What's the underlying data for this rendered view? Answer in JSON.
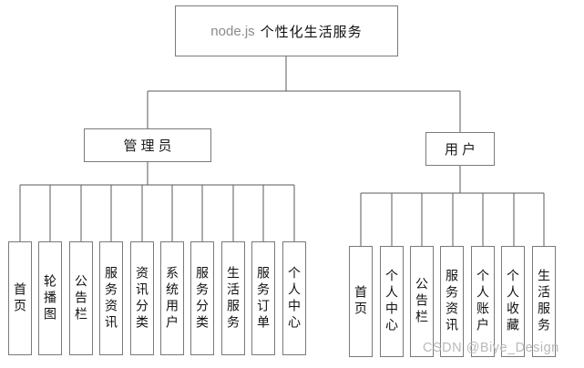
{
  "diagram": {
    "root": {
      "label_en": "node.js",
      "label_zh": "个性化生活服务"
    },
    "admin": {
      "label": "管理员",
      "children": [
        "首页",
        "轮播图",
        "公告栏",
        "服务资讯",
        "资讯分类",
        "系统用户",
        "服务分类",
        "生活服务",
        "服务订单",
        "个人中心"
      ]
    },
    "user": {
      "label": "用户",
      "children": [
        "首页",
        "个人中心",
        "公告栏",
        "服务资讯",
        "个人账户",
        "个人收藏",
        "生活服务"
      ]
    }
  },
  "watermark": "CSDN @Biye_Design",
  "colors": {
    "background": "#ffffff",
    "box_border": "#7a7a7a",
    "connector_line": "#5a5a5a",
    "text": "#111111",
    "root_latin_text": "#8a8a8a",
    "watermark_text": "#b9b9b9"
  }
}
